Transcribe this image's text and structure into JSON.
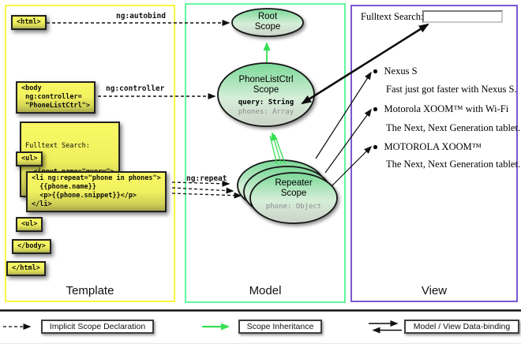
{
  "panels": {
    "template": {
      "label": "Template"
    },
    "model": {
      "label": "Model"
    },
    "view": {
      "label": "View"
    }
  },
  "template_code": {
    "html_open": "<html>",
    "body_open": "<body\n ng:controller=\n \"PhoneListCtrl\">",
    "fulltext_label": "Fulltext Search:",
    "fulltext_input": "  <input name=\"query\">",
    "ul_open": "<ul>",
    "li_repeat": "<li ng:repeat=\"phone in phones\">\n  {{phone.name}}\n  <p>{{phone.snippet}}</p>\n</li>",
    "ul_close": "<ul>",
    "body_close": "</body>",
    "html_close": "</html>"
  },
  "bindings": {
    "autobind": "ng:autobind",
    "controller": "ng:controller",
    "repeat": "ng:repeat"
  },
  "scopes": {
    "root": {
      "title": "Root\nScope"
    },
    "phone_list_ctrl": {
      "title": "PhoneListCtrl\nScope",
      "query": "query: String",
      "phones": "phones: Array"
    },
    "repeater": {
      "title": "Repeater\nScope",
      "phone": "phone: Object"
    }
  },
  "view_panel": {
    "search_label": "Fulltext Search:",
    "search_value": "",
    "items": [
      {
        "title": "Nexus S",
        "desc": "Fast just got faster with Nexus S."
      },
      {
        "title": "Motorola XOOM™ with Wi-Fi",
        "desc": "The Next, Next Generation tablet."
      },
      {
        "title": "MOTOROLA XOOM™",
        "desc": "The Next, Next Generation tablet."
      }
    ]
  },
  "legend": {
    "implicit_scope_declaration": "Implicit Scope Declaration",
    "scope_inheritance": "Scope Inheritance",
    "model_view_databinding": "Model / View Data-binding"
  },
  "colors": {
    "template_border": "#f8f840",
    "model_border": "#62f89f",
    "view_border": "#7b59d2",
    "scope_arrow_green": "#35df52",
    "code_box_yellow": "#f1f05e"
  }
}
